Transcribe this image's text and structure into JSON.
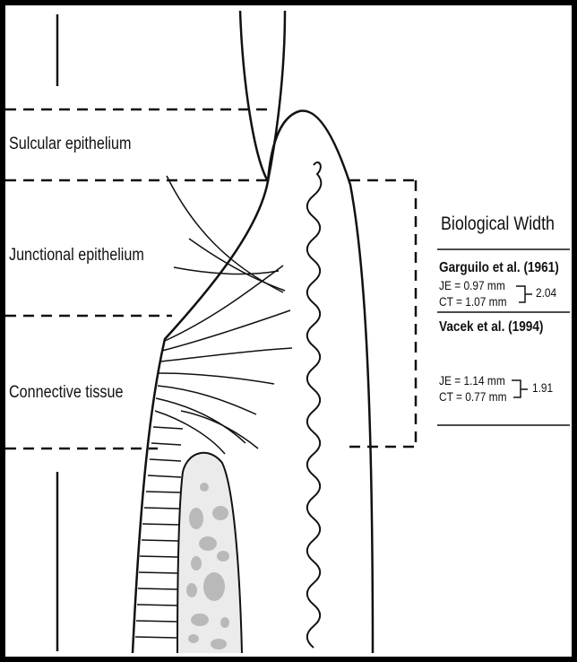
{
  "labels": {
    "sulcular": "Sulcular epithelium",
    "junctional": "Junctional epithelium",
    "connective": "Connective tissue"
  },
  "panel": {
    "title": "Biological Width",
    "studies": [
      {
        "title": "Garguilo et al. (1961)",
        "je": "JE = 0.97 mm",
        "ct": "CT = 1.07 mm",
        "total": "2.04"
      },
      {
        "title": "Vacek et al. (1994)",
        "je": "JE = 1.14 mm",
        "ct": "CT = 0.77 mm",
        "total": "1.91"
      }
    ]
  },
  "colors": {
    "line": "#111111",
    "bone_fill": "#ebebeb",
    "marrow_spots": "#b9b9b9",
    "frame": "#000000"
  }
}
